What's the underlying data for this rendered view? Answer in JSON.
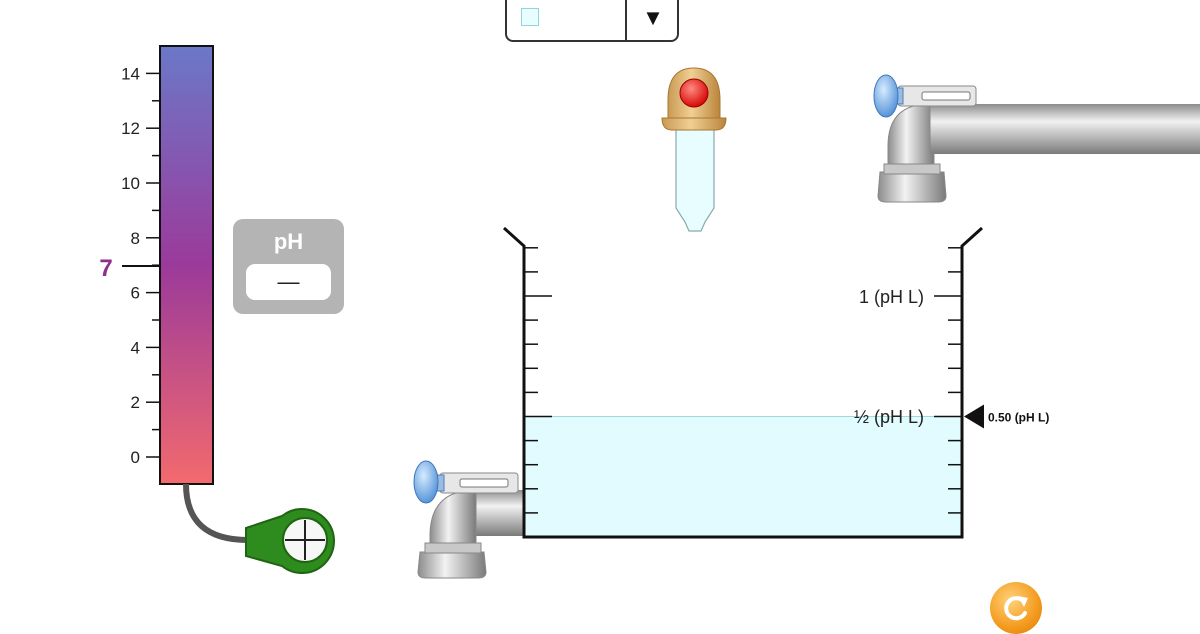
{
  "ph_scale": {
    "tick_labels": [
      "14",
      "12",
      "10",
      "8",
      "6",
      "4",
      "2",
      "0"
    ],
    "neutral_marker": "7",
    "top_color": "#6b78c8",
    "middle_color": "#9b3a9a",
    "bottom_color": "#f36a6e"
  },
  "ph_meter": {
    "label": "pH",
    "value": "—",
    "probe_color": "#2e8b1d"
  },
  "solute_selector": {
    "selected_value": "",
    "swatch_color": "#e8fdff"
  },
  "beaker": {
    "labels": {
      "one_liter": "1 (pH L)",
      "half_liter": "½ (pH L)"
    },
    "volume_readout": "0.50 (pH L)",
    "volume_fraction_of_max": 0.5,
    "liquid_color": "#e2fbff"
  },
  "icons": {
    "dropper": "dropper-icon",
    "water_faucet": "water-faucet-icon",
    "drain_faucet": "drain-faucet-icon",
    "reset": "reset-icon"
  }
}
